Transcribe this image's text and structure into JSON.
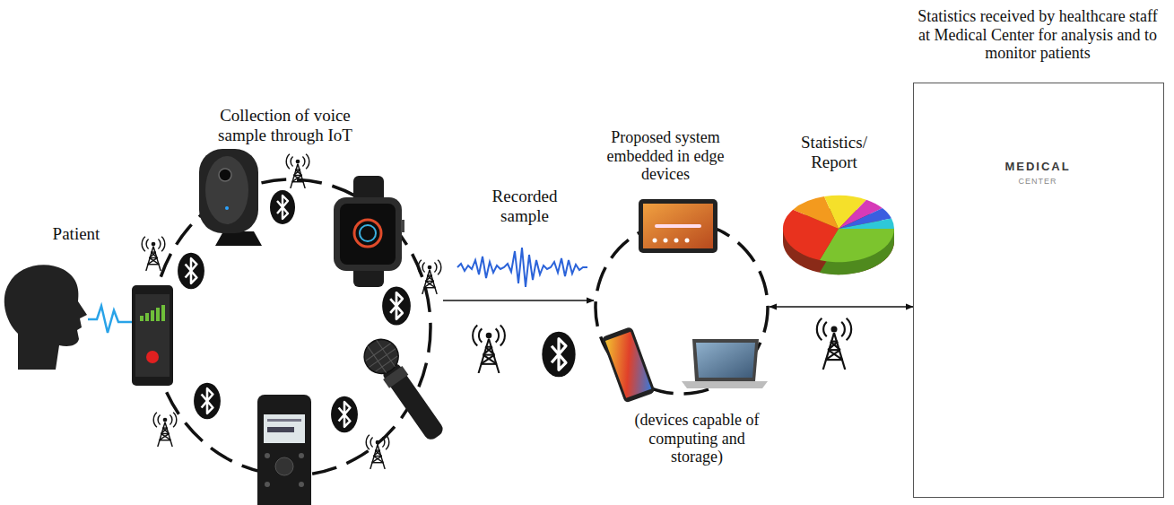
{
  "diagram": {
    "nodes": [
      {
        "text": [
          "Collection of voice sample through IoT"
        ]
      },
      {
        "text": [
          "Proposed system embedded in edge devices",
          "(devices capable of computing and storage)"
        ]
      },
      {
        "text": [
          "Statistics received by healthcare staff at Medical Center for analysis and to monitor patients",
          "MEDICAL",
          "CENTER"
        ]
      }
    ],
    "edges": [
      {
        "from": 0,
        "to": 1,
        "arrow": "to",
        "label": "Recorded sample"
      },
      {
        "from": 1,
        "to": 2,
        "arrow": "both",
        "label": "Statistics/ Report"
      }
    ],
    "labels": [
      "Patient"
    ]
  }
}
